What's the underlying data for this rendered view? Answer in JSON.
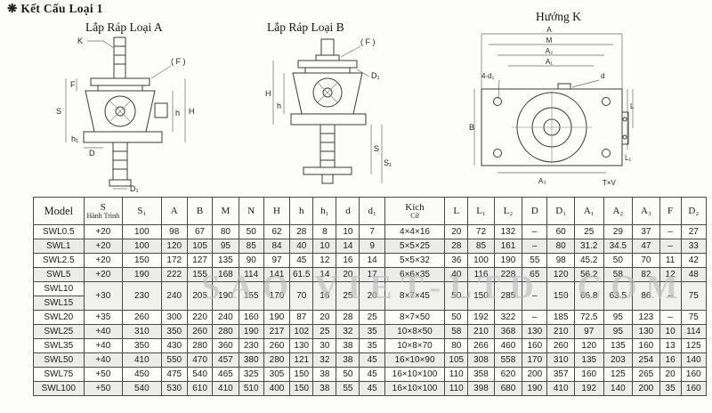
{
  "header": {
    "bullet": "❋",
    "title": "Kết Cấu Loại 1"
  },
  "watermark": "SAO VIET-LTD .COM",
  "diagrams": {
    "a": {
      "caption": "Lắp Ráp Loại A",
      "labels": {
        "k": "K",
        "f_paren": "( F )",
        "s": "S",
        "f": "F",
        "h_cap": "H",
        "h": "h",
        "h1": "h₁",
        "d": "D",
        "d1": "D₁"
      }
    },
    "b": {
      "caption": "Lắp Ráp Loại B",
      "labels": {
        "f_paren": "( F )",
        "d1": "D₁",
        "h_cap": "H",
        "h": "h",
        "s": "S",
        "s1": "S₁"
      }
    },
    "k": {
      "caption": "Hướng K",
      "labels": {
        "a": "A",
        "m": "M",
        "a2": "A₂",
        "a1": "A₁",
        "bolt_note": "4-d₁",
        "d": "d",
        "b": "B",
        "l": "L",
        "l1": "L₁",
        "a3": "A₃",
        "txv": "T×V"
      }
    }
  },
  "table": {
    "columns": [
      {
        "t": "Model"
      },
      {
        "t": "S",
        "s": "Hành Trình"
      },
      {
        "t": "S₁"
      },
      {
        "t": "A"
      },
      {
        "t": "B"
      },
      {
        "t": "M"
      },
      {
        "t": "N"
      },
      {
        "t": "H"
      },
      {
        "t": "h"
      },
      {
        "t": "h₁"
      },
      {
        "t": "d"
      },
      {
        "t": "d₁"
      },
      {
        "t": "Kích",
        "s": "Cỡ"
      },
      {
        "t": "L"
      },
      {
        "t": "L₁"
      },
      {
        "t": "L₂"
      },
      {
        "t": "D"
      },
      {
        "t": "D₁"
      },
      {
        "t": "A₁"
      },
      {
        "t": "A₂"
      },
      {
        "t": "A₃"
      },
      {
        "t": "F"
      },
      {
        "t": "D₂"
      }
    ],
    "rows": [
      {
        "model": "SWL0.5",
        "cells": [
          "+20",
          "100",
          "98",
          "67",
          "80",
          "50",
          "62",
          "28",
          "8",
          "10",
          "7",
          "4×4×16",
          "20",
          "72",
          "132",
          "–",
          "60",
          "25",
          "29",
          "37",
          "–",
          "27"
        ]
      },
      {
        "model": "SWL1",
        "cells": [
          "+20",
          "100",
          "120",
          "105",
          "95",
          "85",
          "84",
          "40",
          "10",
          "14",
          "9",
          "5×5×25",
          "28",
          "85",
          "161",
          "–",
          "80",
          "31.2",
          "34.5",
          "47",
          "–",
          "33"
        ]
      },
      {
        "model": "SWL2.5",
        "cells": [
          "+20",
          "150",
          "172",
          "127",
          "135",
          "90",
          "97",
          "45",
          "12",
          "16",
          "14",
          "5×5×32",
          "36",
          "100",
          "190",
          "55",
          "98",
          "45.2",
          "50",
          "70",
          "11",
          "42"
        ]
      },
      {
        "model": "SWL5",
        "cells": [
          "+20",
          "190",
          "222",
          "155",
          "168",
          "114",
          "141",
          "61.5",
          "14",
          "20",
          "17",
          "6×6×35",
          "40",
          "116",
          "228",
          "65",
          "120",
          "56.2",
          "58",
          "82",
          "12",
          "48"
        ]
      },
      {
        "model": "SWL10",
        "span": 2,
        "cells": [
          "+30",
          "230",
          "240",
          "205",
          "190",
          "155",
          "170",
          "70",
          "16",
          "25",
          "20",
          "8×7×45",
          "50",
          "150",
          "285",
          "–",
          "150",
          "66.8",
          "63.5",
          "86",
          "–",
          "75"
        ]
      },
      {
        "model": "SWL15",
        "cells": null
      },
      {
        "model": "SWL20",
        "cells": [
          "+35",
          "260",
          "300",
          "220",
          "240",
          "160",
          "190",
          "87",
          "20",
          "28",
          "25",
          "8×7×50",
          "50",
          "192",
          "322",
          "–",
          "185",
          "72.5",
          "95",
          "123",
          "–",
          "75"
        ]
      },
      {
        "model": "SWL25",
        "cells": [
          "+40",
          "310",
          "350",
          "260",
          "280",
          "190",
          "217",
          "102",
          "25",
          "32",
          "35",
          "10×8×50",
          "58",
          "210",
          "368",
          "130",
          "210",
          "97",
          "95",
          "130",
          "10",
          "114"
        ]
      },
      {
        "model": "SWL35",
        "cells": [
          "+40",
          "350",
          "430",
          "280",
          "360",
          "230",
          "260",
          "130",
          "30",
          "38",
          "35",
          "10×8×70",
          "80",
          "266",
          "460",
          "160",
          "260",
          "120",
          "135",
          "160",
          "13",
          "125"
        ]
      },
      {
        "model": "SWL50",
        "cells": [
          "+40",
          "410",
          "550",
          "470",
          "457",
          "380",
          "280",
          "121",
          "32",
          "38",
          "45",
          "16×10×90",
          "105",
          "308",
          "558",
          "170",
          "310",
          "135",
          "203",
          "254",
          "16",
          "140"
        ]
      },
      {
        "model": "SWL75",
        "cells": [
          "+50",
          "450",
          "475",
          "540",
          "465",
          "325",
          "305",
          "150",
          "38",
          "50",
          "45",
          "16×10×100",
          "110",
          "358",
          "620",
          "200",
          "357",
          "160",
          "125",
          "265",
          "20",
          "160"
        ]
      },
      {
        "model": "SWL100",
        "cells": [
          "+50",
          "540",
          "530",
          "610",
          "410",
          "510",
          "400",
          "150",
          "38",
          "55",
          "45",
          "16×10×100",
          "110",
          "398",
          "680",
          "190",
          "410",
          "192",
          "140",
          "200",
          "35",
          "160"
        ]
      }
    ]
  }
}
